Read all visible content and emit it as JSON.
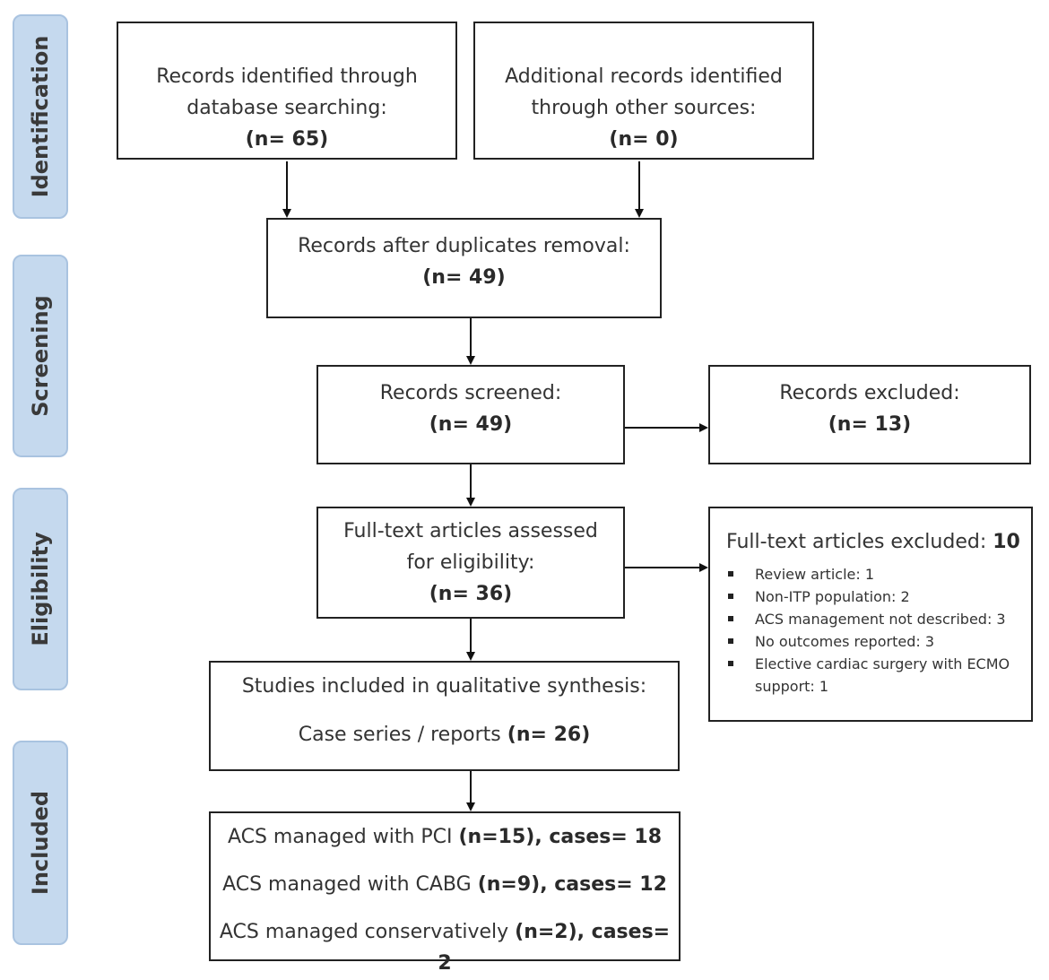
{
  "phases": [
    "Identification",
    "Screening",
    "Eligibility",
    "Included"
  ],
  "identified_db": {
    "line1": "Records identified through",
    "line2": "database searching:",
    "count": "(n= 65)"
  },
  "identified_other": {
    "line1": "Additional records identified",
    "line2": "through other sources:",
    "count": "(n= 0)"
  },
  "after_duplicates": {
    "line1": "Records after duplicates removal:",
    "count": "(n= 49)"
  },
  "screened": {
    "line1": "Records screened:",
    "count": "(n= 49)"
  },
  "excluded": {
    "line1": "Records excluded:",
    "count": "(n= 13)"
  },
  "fulltext_assessed": {
    "line1": "Full-text articles assessed",
    "line2": "for eligibility:",
    "count": "(n= 36)"
  },
  "fulltext_excluded": {
    "title": "Full-text articles excluded:",
    "count": "10",
    "reasons": [
      "Review article: 1",
      "Non-ITP population: 2",
      "ACS management not described: 3",
      "No outcomes reported: 3",
      "Elective cardiac surgery with ECMO support: 1"
    ]
  },
  "qualitative": {
    "line1": "Studies included in qualitative synthesis:",
    "line2": "Case series / reports",
    "count": "(n= 26)"
  },
  "included": [
    {
      "label": "ACS managed with PCI",
      "detail": "(n=15), cases= 18"
    },
    {
      "label": "ACS managed with CABG",
      "detail": "(n=9), cases= 12"
    },
    {
      "label": "ACS managed conservatively",
      "detail": "(n=2), cases= 2"
    }
  ],
  "colors": {
    "phase_fill": "#c5d9ee",
    "phase_border": "#a9c3e0",
    "box_border": "#222222"
  }
}
